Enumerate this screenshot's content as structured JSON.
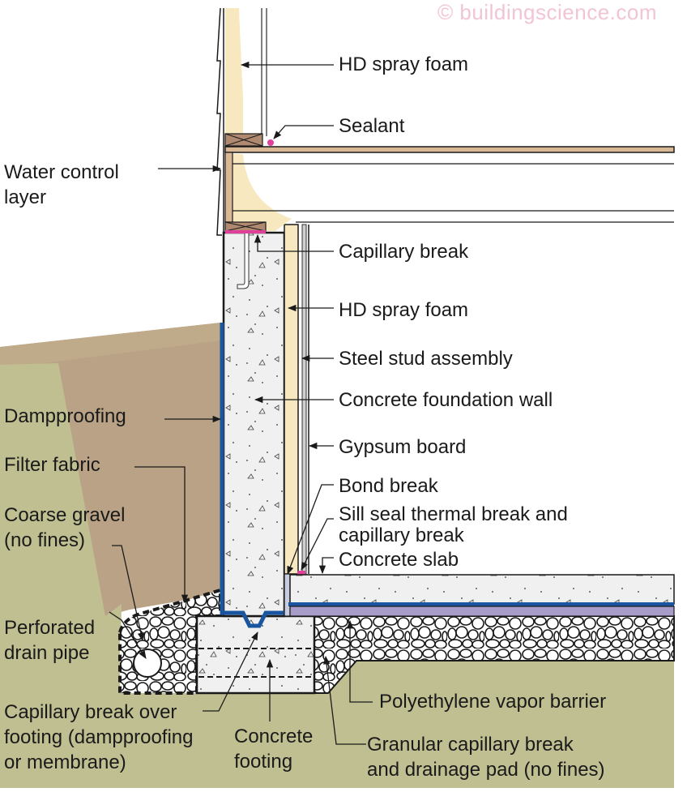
{
  "watermark": "© buildingscience.com",
  "colors": {
    "soil_brown": "#b9a285",
    "soil_brown_top": "#bfaa8a",
    "soil_green": "#c0bf91",
    "concrete": "#f0f0f0",
    "spray_foam": "#f8e8c0",
    "dampproofing_blue": "#1a56a0",
    "vapor_barrier_purple": "#a89cc8",
    "sealant_pink": "#e0409a",
    "wood": "#d9b896",
    "wood_dark": "#b08a70",
    "bond_break": "#c8cce0",
    "gravel_white": "#ffffff",
    "outline": "#1a1a1a"
  },
  "labels": {
    "hd_spray_foam_top": "HD spray foam",
    "sealant": "Sealant",
    "water_control_layer": "Water control\nlayer",
    "capillary_break": "Capillary break",
    "hd_spray_foam_mid": "HD spray foam",
    "steel_stud_assembly": "Steel stud assembly",
    "concrete_foundation_wall": "Concrete foundation wall",
    "dampproofing": "Dampproofing",
    "gypsum_board": "Gypsum board",
    "filter_fabric": "Filter fabric",
    "bond_break": "Bond break",
    "coarse_gravel": "Coarse gravel\n(no fines)",
    "sill_seal": "Sill seal thermal break and\ncapillary break",
    "concrete_slab": "Concrete slab",
    "perforated_drain_pipe": "Perforated\ndrain pipe",
    "polyethylene_vapor_barrier": "Polyethylene vapor barrier",
    "capillary_break_over_footing": "Capillary break over\nfooting (dampproofing\nor membrane)",
    "concrete_footing": "Concrete\nfooting",
    "granular_capillary_break": "Granular capillary break\nand drainage pad (no fines)"
  }
}
